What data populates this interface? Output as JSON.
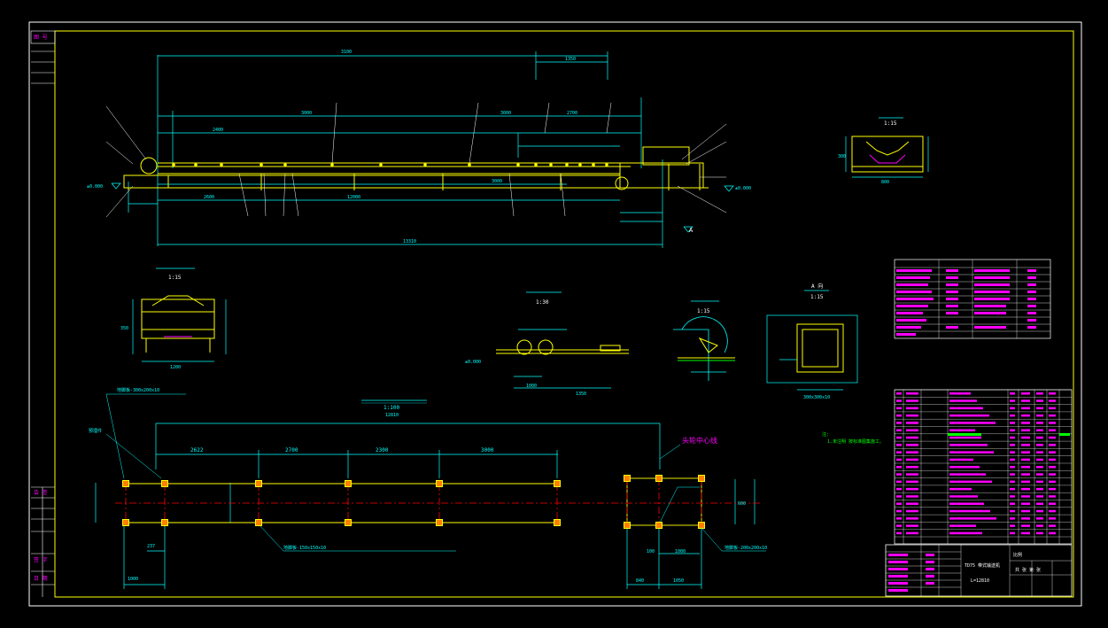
{
  "colors": {
    "background": "#000000",
    "border": "#ffffff",
    "frame": "#ffff00",
    "structure": "#ffff00",
    "dimension": "#00ffff",
    "leader": "#ffffff",
    "callout": "#ff00ff",
    "centerline": "#ff0000",
    "foundation": "#ffff00",
    "foundation_fill": "#ff8000",
    "table_text": "#ff00ff",
    "table_grid": "#ffffff",
    "green": "#00ff00"
  },
  "elevation": {
    "top_dims": [
      "3100",
      "1350"
    ],
    "mid_dims": [
      "2400",
      "3000",
      "3000",
      "2700"
    ],
    "bottom_dims": [
      "2600",
      "12000",
      "3000"
    ],
    "overall_dim": "13310",
    "left_level": "±0.000",
    "right_level": "±0.000",
    "view_marker": "A"
  },
  "section_a": {
    "scale": "1:15",
    "dim_width": "800",
    "dim_height": "300"
  },
  "section_left": {
    "scale": "1:15",
    "dim_width": "1200",
    "dim_height": "350"
  },
  "section_mid": {
    "scale": "1:30",
    "dim_width": "1350",
    "dim_label": "1000",
    "level": "±0.000"
  },
  "section_round": {
    "scale": "1:15"
  },
  "view_a": {
    "title": "A 向",
    "scale": "1:15",
    "dim": "300x300x10"
  },
  "plan": {
    "scale": "1:100",
    "length": "12810",
    "spans": [
      "2622",
      "2700",
      "2300",
      "3000"
    ],
    "left_dims": [
      "1000",
      "237"
    ],
    "right_dims": [
      "840",
      "1050",
      "1000",
      "100"
    ],
    "side_dim": "600",
    "right_label": "头轮中心线",
    "label_left_top": "地脚板-300x200x10",
    "label_left": "预埋件",
    "label_bottom": "地脚板-150x150x10",
    "label_right": "地脚板-200x200x10"
  },
  "note": {
    "title": "注:",
    "line": "1.未注明 按标准图集施工。"
  },
  "title_block": {
    "title_main": "TD75 带式输送机",
    "drawing_no": "L=12810",
    "scale_label": "比例",
    "sheet": "共 张 第 张"
  }
}
